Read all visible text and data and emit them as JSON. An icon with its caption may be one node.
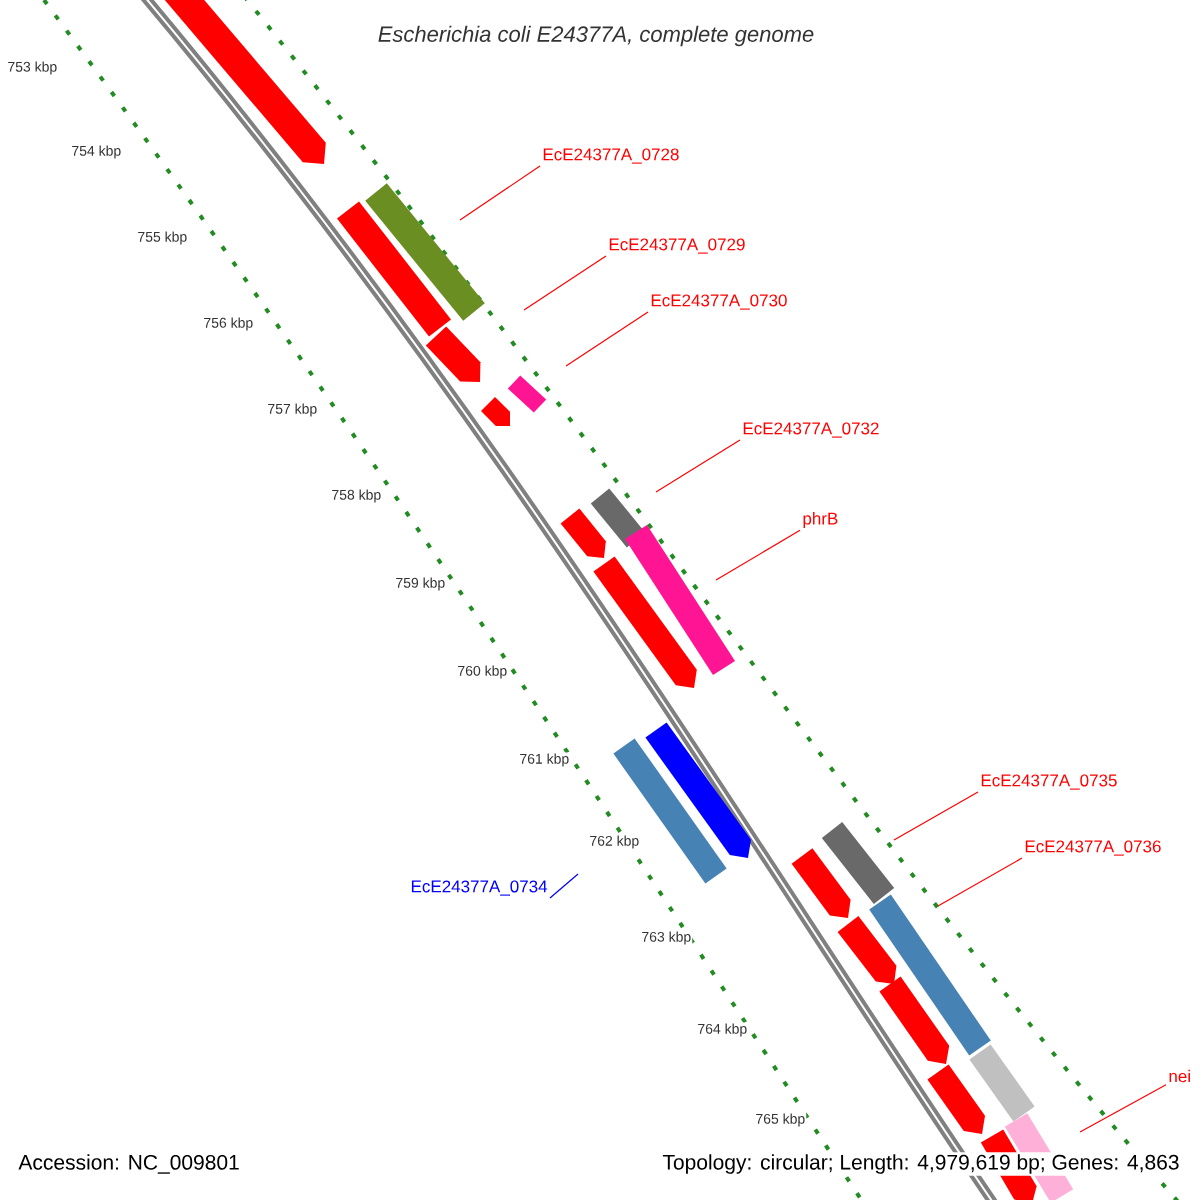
{
  "diagram": {
    "title": "Escherichia coli E24377A, complete genome",
    "nodes": [
      {
        "text": [
          "EcE24377A_0728"
        ]
      },
      {
        "text": [
          "EcE24377A_0729"
        ]
      },
      {
        "text": [
          "EcE24377A_0730"
        ]
      },
      {
        "text": [
          "EcE24377A_0732"
        ]
      },
      {
        "text": [
          "phrB"
        ]
      },
      {
        "text": [
          "EcE24377A_0734"
        ]
      },
      {
        "text": [
          "EcE24377A_0735"
        ]
      },
      {
        "text": [
          "EcE24377A_0736"
        ]
      },
      {
        "text": [
          "nei"
        ]
      }
    ],
    "edges": [
      {
        "from": 0,
        "to": null,
        "arrow": "none"
      },
      {
        "from": 1,
        "to": null,
        "arrow": "none"
      },
      {
        "from": 2,
        "to": null,
        "arrow": "none"
      },
      {
        "from": 3,
        "to": null,
        "arrow": "none"
      },
      {
        "from": 4,
        "to": null,
        "arrow": "none"
      },
      {
        "from": 5,
        "to": null,
        "arrow": "none",
        "color": "#0000ff"
      },
      {
        "from": 6,
        "to": null,
        "arrow": "none"
      },
      {
        "from": 7,
        "to": null,
        "arrow": "none"
      },
      {
        "from": 8,
        "to": null,
        "arrow": "none"
      }
    ],
    "labels": [
      "753 kbp",
      "754 kbp",
      "755 kbp",
      "756 kbp",
      "757 kbp",
      "758 kbp",
      "759 kbp",
      "760 kbp",
      "761 kbp",
      "762 kbp",
      "763 kbp",
      "764 kbp",
      "765 kbp",
      "Accession: NC_009801",
      "Topology: circular; Length: 4,979,619 bp; Genes: 4,863"
    ]
  }
}
